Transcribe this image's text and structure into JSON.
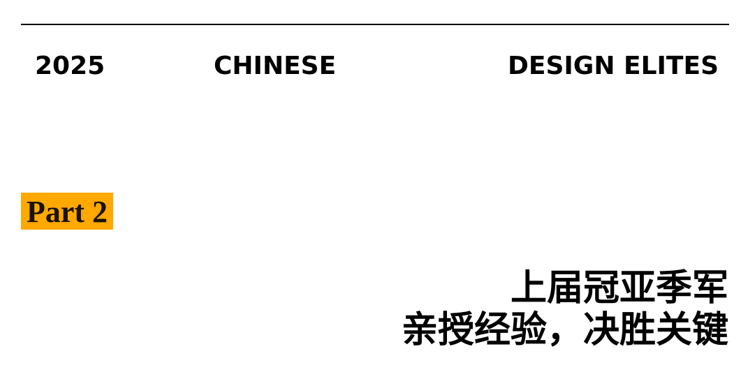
{
  "header": {
    "year": "2025",
    "word1": "CHINESE",
    "word2": "DESIGN ELITES"
  },
  "section": {
    "label": "Part 2",
    "badge_color": "#ffa800"
  },
  "title": {
    "line1": "上届冠亚季军",
    "line2": "亲授经验，决胜关键"
  }
}
